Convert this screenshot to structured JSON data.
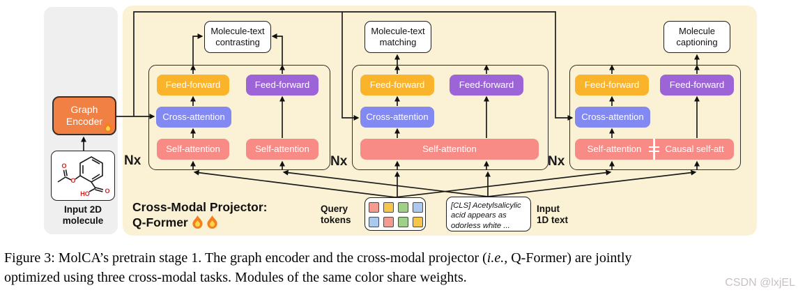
{
  "left_panel": {
    "graph_encoder": {
      "line1": "Graph",
      "line2": "Encoder"
    },
    "input_label": {
      "line1": "Input 2D",
      "line2": "molecule"
    },
    "molecule_atoms": {
      "o_carbonyl": "O",
      "o_ester": "O",
      "o_acid": "O",
      "ho": "HO"
    }
  },
  "projector": {
    "title_line1": "Cross-Modal Projector:",
    "title_line2": "Q-Former",
    "nx": "Nx",
    "tasks": {
      "contrasting": {
        "line1": "Molecule-text",
        "line2": "contrasting"
      },
      "matching": {
        "line1": "Molecule-text",
        "line2": "matching"
      },
      "captioning": {
        "line1": "Molecule",
        "line2": "captioning"
      }
    },
    "modules": {
      "feed_forward": "Feed-forward",
      "cross_attention": "Cross-attention",
      "self_attention": "Self-attention",
      "causal_self_att": "Causal self-att"
    },
    "query_tokens_label": {
      "line1": "Query",
      "line2": "tokens"
    },
    "input_text_label": {
      "line1": "Input",
      "line2": "1D text"
    },
    "text_sample": {
      "line1": "[CLS] Acetylsalicylic",
      "line2": "acid appears as",
      "line3": "odorless white ..."
    }
  },
  "query_token_grid": [
    "salmon",
    "yellow",
    "green",
    "blue",
    "blue",
    "salmon",
    "green",
    "yellow"
  ],
  "caption": {
    "l1a": "Figure 3: MolCA’s pretrain stage 1. The graph encoder and the cross-modal projector (",
    "l1b": "i.e.,",
    "l1c": " Q-Former) are jointly",
    "l2": "optimized using three cross-modal tasks. Modules of the same color share weights."
  },
  "watermark": "CSDN @lxjEL",
  "icons": [
    "fire-icon",
    "fire-icon",
    "fire-icon"
  ],
  "colors": {
    "panel_cream": "#FBF2D5",
    "panel_gray": "#EFEFEF",
    "graph_encoder_orange": "#F08044",
    "feed_forward_yellow": "#F9B42C",
    "feed_forward_purple": "#9C64D6",
    "cross_attention_blue": "#8289F0",
    "self_attention_salmon": "#F98B86",
    "token_palette": {
      "salmon": "#F29B8E",
      "yellow": "#F6C64B",
      "green": "#9FCF89",
      "blue": "#ABC8EE"
    },
    "arrow_black": "#1c1c1c",
    "watermark_gray": "#C9C2C2"
  }
}
